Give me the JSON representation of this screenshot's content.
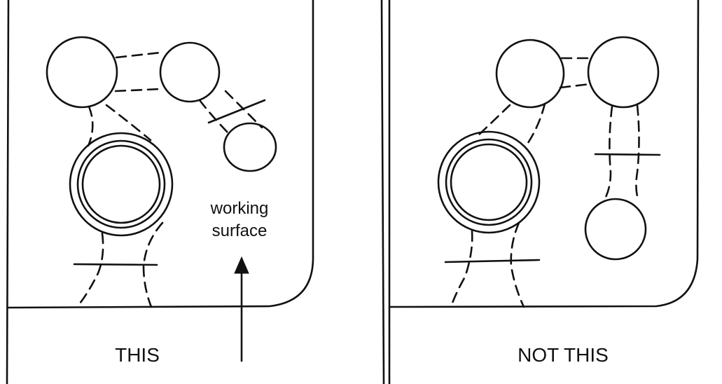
{
  "panels": {
    "left": {
      "caption": "THIS"
    },
    "right": {
      "caption": "NOT THIS"
    }
  },
  "annotation": {
    "line1": "working",
    "line2": "surface"
  },
  "colors": {
    "ink": "#111111",
    "paper": "#ffffff"
  }
}
